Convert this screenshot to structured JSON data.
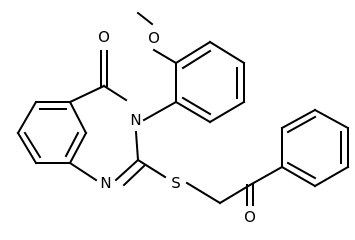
{
  "molecule": {
    "atom_labels": {
      "ring_carbonyl_oxygen": "O",
      "ring_nitrogen_3": "N",
      "ring_nitrogen_1": "N",
      "sulfur": "S",
      "methoxy_oxygen": "O",
      "ketone_oxygen": "O"
    }
  }
}
